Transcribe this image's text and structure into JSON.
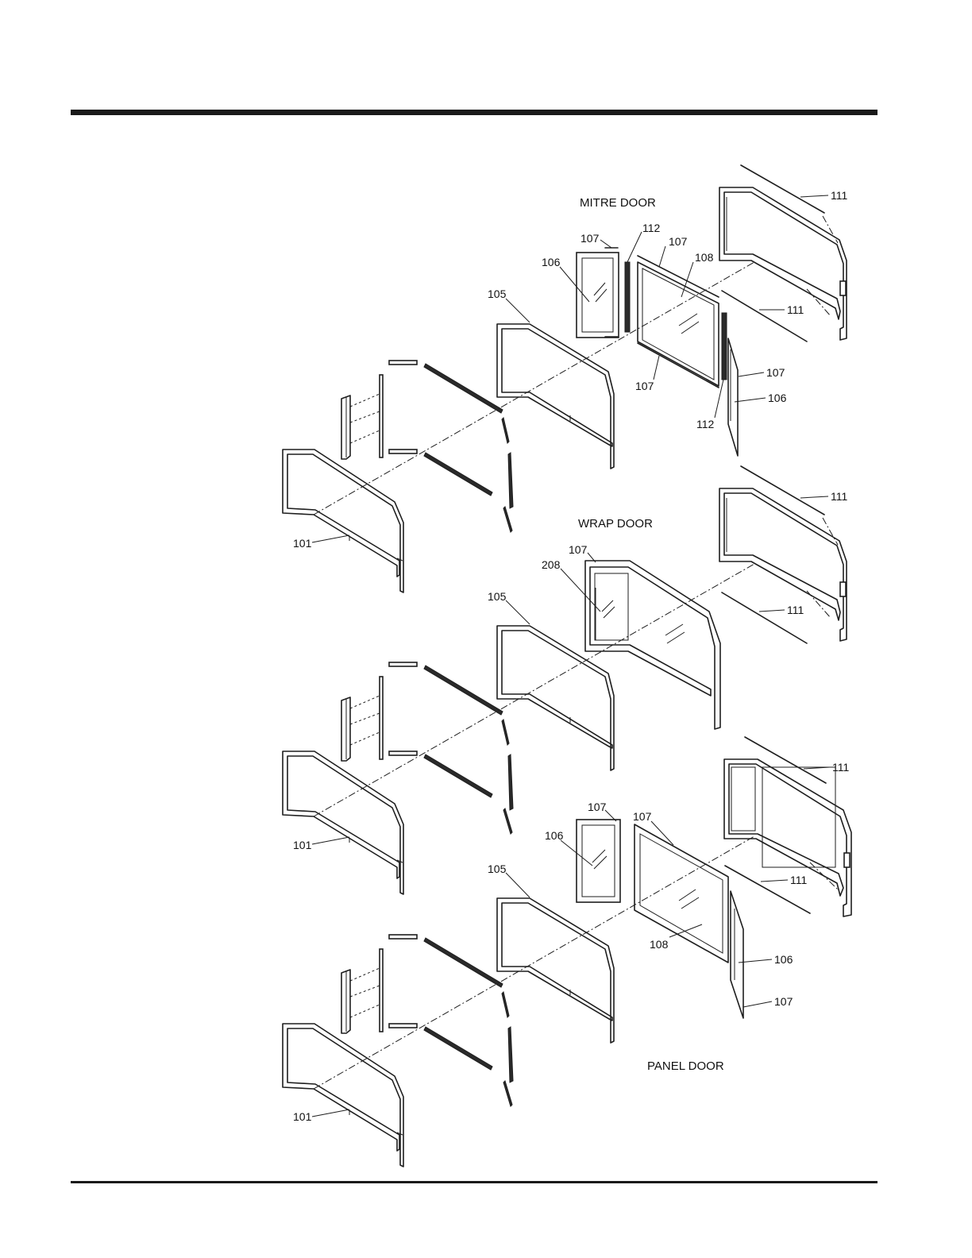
{
  "sections": [
    {
      "key": "mitre",
      "title": "MITRE DOOR",
      "labels": [
        "101",
        "105",
        "106",
        "107",
        "112",
        "107",
        "108",
        "111",
        "111",
        "107",
        "107",
        "106",
        "112"
      ]
    },
    {
      "key": "wrap",
      "title": "WRAP DOOR",
      "labels": [
        "101",
        "105",
        "107",
        "208",
        "111",
        "111"
      ]
    },
    {
      "key": "panel",
      "title": "PANEL DOOR",
      "labels": [
        "101",
        "105",
        "107",
        "106",
        "107",
        "108",
        "111",
        "111",
        "106",
        "107"
      ]
    }
  ]
}
